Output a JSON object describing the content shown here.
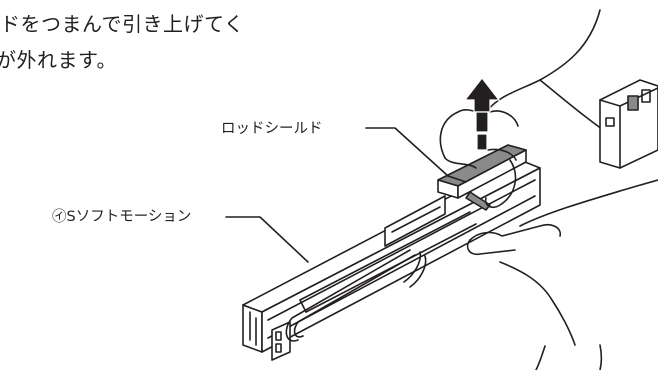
{
  "instruction": {
    "line1": "ドをつまんで引き上げてく",
    "line2": "が外れます。"
  },
  "labels": {
    "rod_shield": "ロッドシールド",
    "soft_motion": "㋑Sソフトモーション"
  },
  "colors": {
    "ink": "#231f20",
    "shade": "#8a8a8a",
    "paper": "#ffffff"
  },
  "icons": {
    "arrow": "up-arrow-icon"
  }
}
